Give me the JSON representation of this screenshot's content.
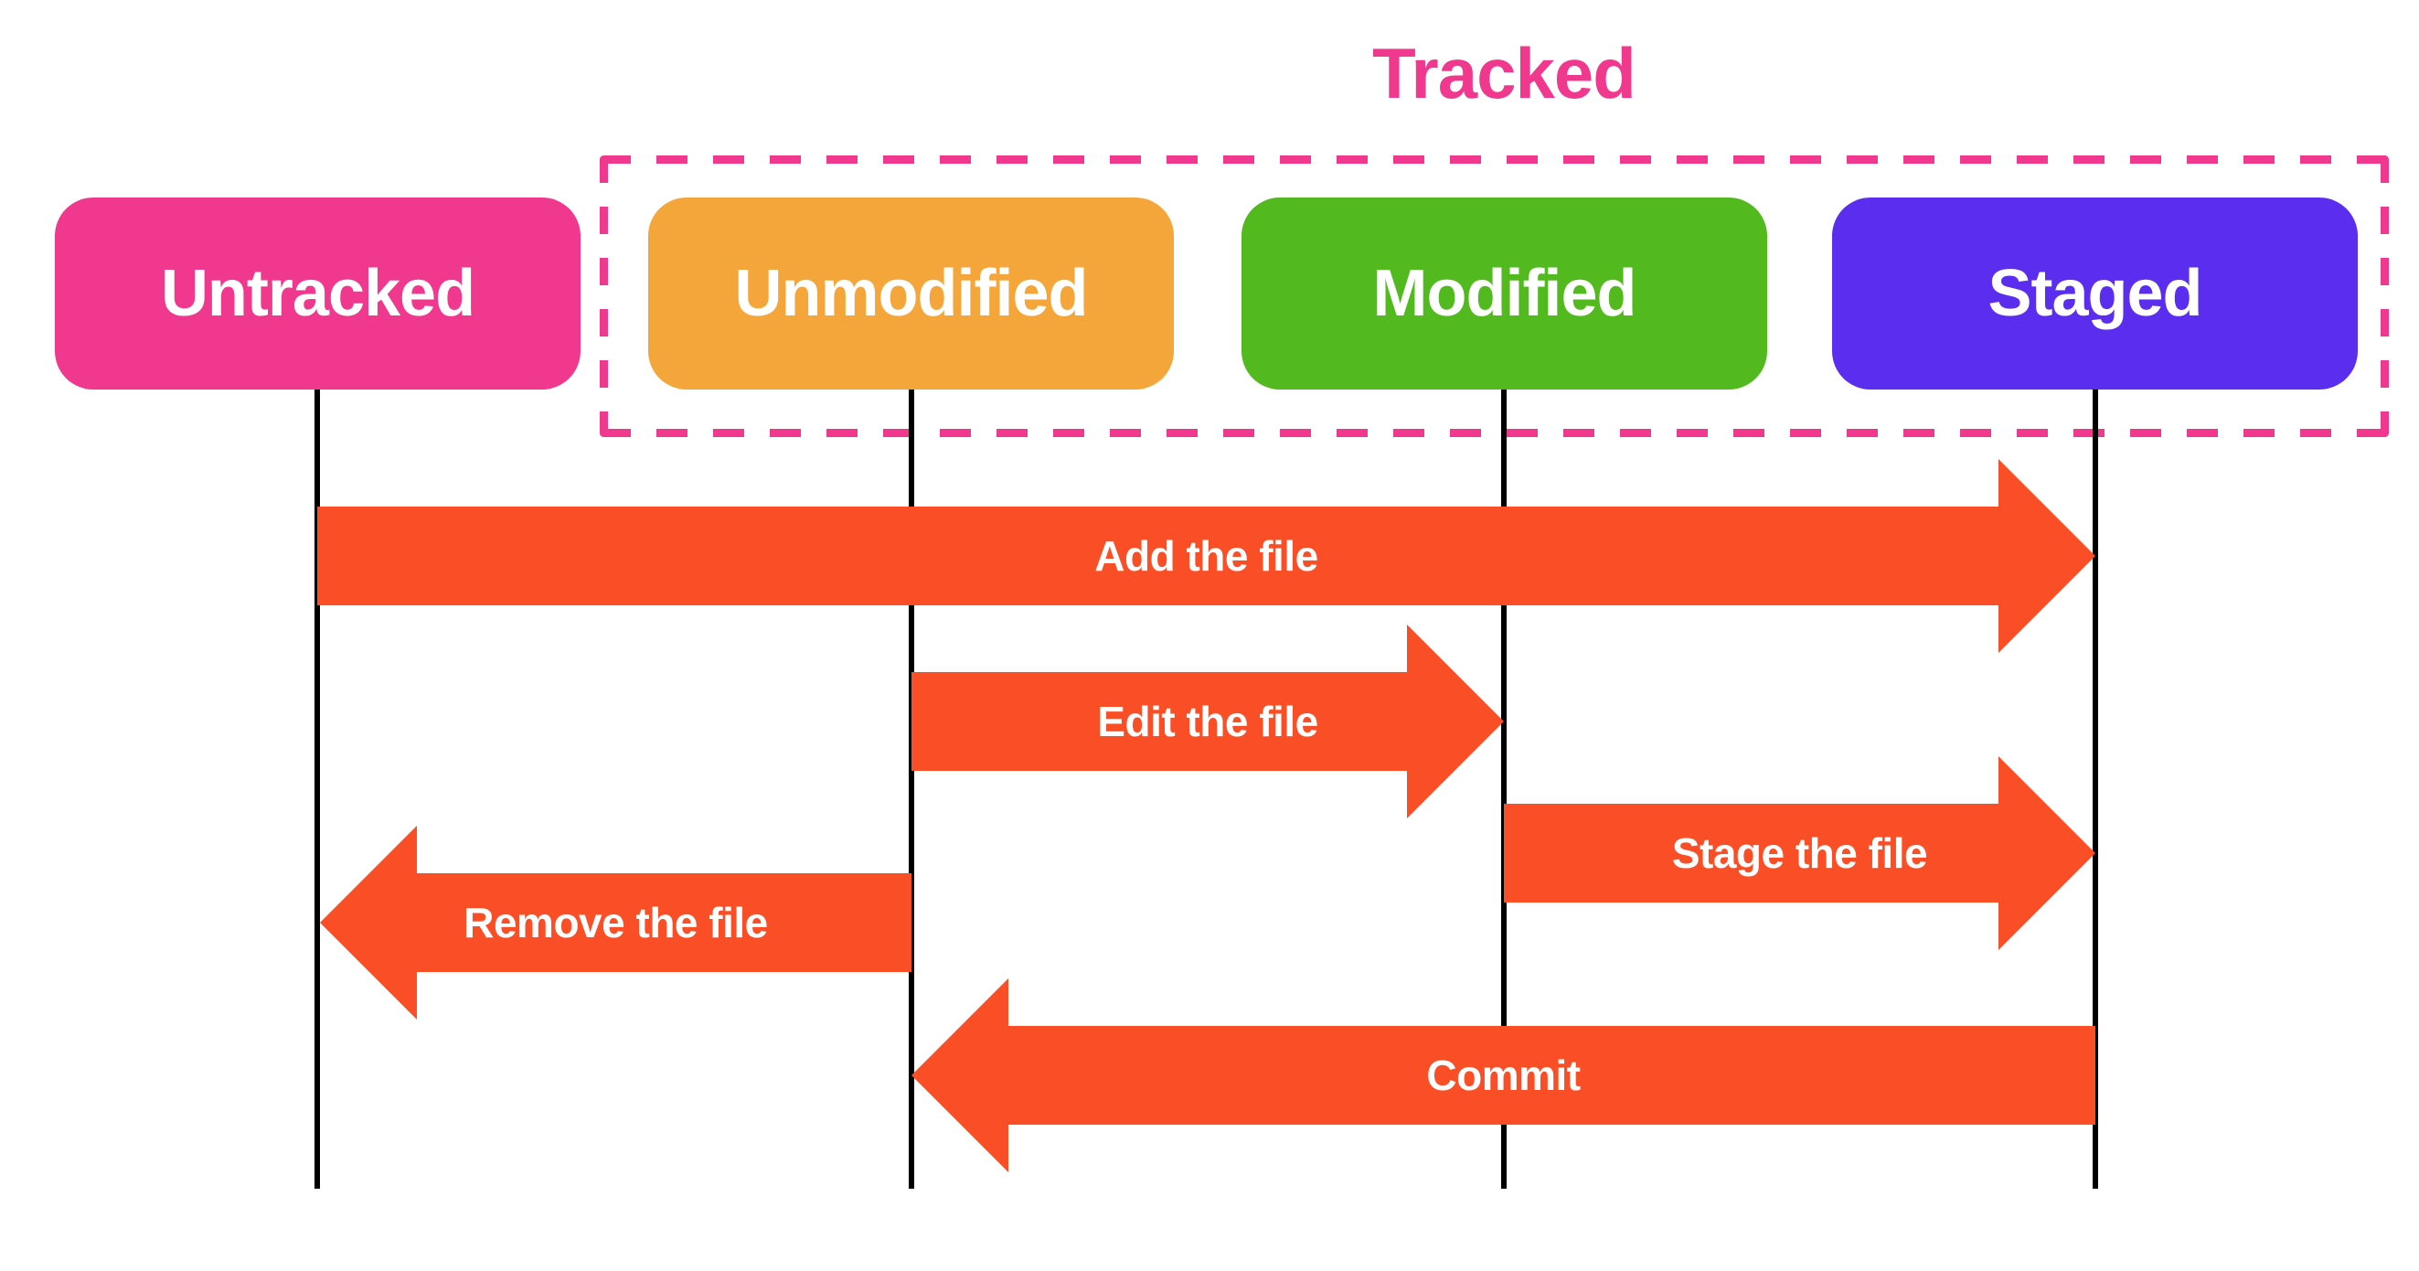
{
  "title": {
    "label": "Tracked"
  },
  "states": [
    {
      "id": "untracked",
      "label": "Untracked",
      "color": "#F0398E",
      "tracked": false
    },
    {
      "id": "unmodified",
      "label": "Unmodified",
      "color": "#F4A63B",
      "tracked": true
    },
    {
      "id": "modified",
      "label": "Modified",
      "color": "#52B91F",
      "tracked": true
    },
    {
      "id": "staged",
      "label": "Staged",
      "color": "#5B2EEF",
      "tracked": true
    }
  ],
  "transitions": [
    {
      "label": "Add the file",
      "from": "untracked",
      "to": "staged",
      "direction": "right"
    },
    {
      "label": "Edit the file",
      "from": "unmodified",
      "to": "modified",
      "direction": "right"
    },
    {
      "label": "Stage the file",
      "from": "modified",
      "to": "staged",
      "direction": "right"
    },
    {
      "label": "Remove the file",
      "from": "unmodified",
      "to": "untracked",
      "direction": "left"
    },
    {
      "label": "Commit",
      "from": "staged",
      "to": "unmodified",
      "direction": "left"
    }
  ],
  "colors": {
    "tracked_outline": "#F0398E",
    "arrow": "#F94E26",
    "lifeline": "#000000",
    "background": "#FFFFFF",
    "label_text": "#FFFFFF"
  }
}
